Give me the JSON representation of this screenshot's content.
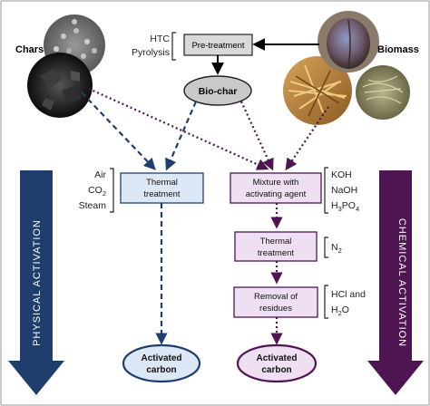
{
  "labels": {
    "chars": "Chars",
    "biomass": "Biomass",
    "htc": "HTC",
    "pyrolysis": "Pyrolysis",
    "pretreatment": "Pre-treatment",
    "biochar": "Bio-char",
    "air": "Air",
    "co2_main": "CO",
    "co2_sub": "2",
    "steam": "Steam",
    "thermal_treatment_phys_line1": "Thermal",
    "thermal_treatment_phys_line2": "treatment",
    "mixture_line1": "Mixture with",
    "mixture_line2": "activating agent",
    "koh": "KOH",
    "naoh": "NaOH",
    "h3po4_a": "H",
    "h3po4_b": "3",
    "h3po4_c": "PO",
    "h3po4_d": "4",
    "thermal_treatment_chem_line1": "Thermal",
    "thermal_treatment_chem_line2": "treatment",
    "n2_main": "N",
    "n2_sub": "2",
    "removal_line1": "Removal of",
    "removal_line2": "residues",
    "hcl_and": "HCl and",
    "h2o_a": "H",
    "h2o_b": "2",
    "h2o_c": "O",
    "activated_carbon_phys_line1": "Activated",
    "activated_carbon_phys_line2": "carbon",
    "activated_carbon_chem_line1": "Activated",
    "activated_carbon_chem_line2": "carbon",
    "physical_activation": "PHYSICAL  ACTIVATION",
    "chemical_activation": "CHEMICAL  ACTIVATION"
  },
  "colors": {
    "physical": "#1f3e6e",
    "chemical": "#4e1552",
    "physical_box_fill": "#dce8f5",
    "chemical_box_fill": "#efdff2",
    "pretreatment_fill": "#d9d9d9",
    "biochar_fill": "#c9c9c9"
  }
}
